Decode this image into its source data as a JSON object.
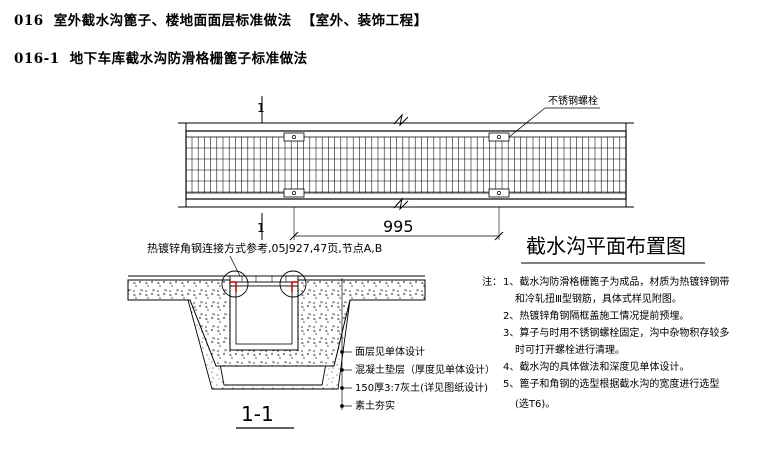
{
  "header": {
    "code": "016",
    "title": "室外截水沟篦子、楼地面面层标准做法",
    "category": "【室外、装饰工程】"
  },
  "subheader": {
    "code": "016-1",
    "title": "地下车库截水沟防滑格栅篦子标准做法"
  },
  "plan": {
    "section_mark": "1",
    "bolt_label": "不锈钢螺栓",
    "dimension": "995"
  },
  "section": {
    "top_note": "热镀锌角钢连接方式参考,05J927,47页,节点A,B",
    "layers": [
      "面层见单体设计",
      "混凝土垫层（厚度见单体设计）",
      "150厚3:7灰土(详见图纸设计)",
      "素土夯实"
    ],
    "title": "1-1"
  },
  "drawing_title": "截水沟平面布置图",
  "notes": {
    "label": "注：",
    "lines": [
      "1、截水沟防滑格栅篦子为成品，材质为热镀锌钢带",
      "和冷轧扭Ⅲ型钢筋，具体式样见附图。",
      "2、热镀锌角钢隔框盖施工情况提前预埋。",
      "3、算子与时用不锈钢螺栓固定，沟中杂物积存较多",
      "时可打开螺栓进行清理。",
      "4、截水沟的具体做法和深度见单体设计。",
      "5、篦子和角钢的选型根据截水沟的宽度进行选型",
      "(选T6)。"
    ]
  }
}
